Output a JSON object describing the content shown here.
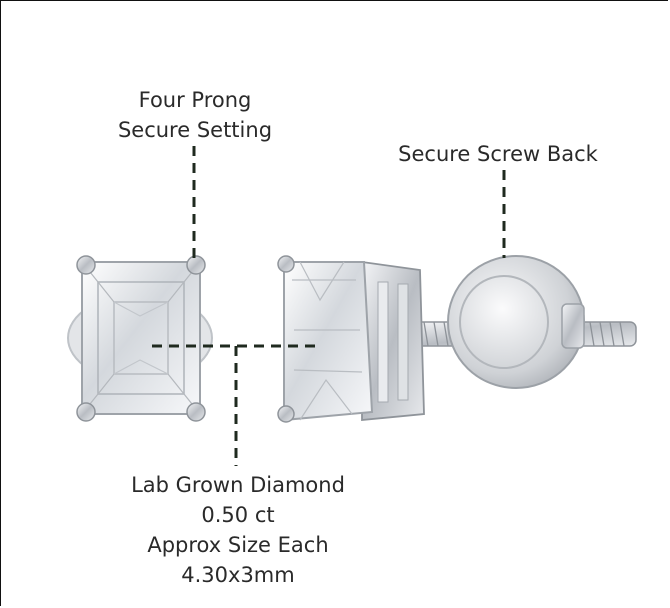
{
  "labels": {
    "prong": [
      "Four Prong",
      "Secure Setting"
    ],
    "screw_back": "Secure Screw Back",
    "diamond": [
      "Lab Grown Diamond",
      "0.50 ct",
      "Approx Size Each",
      "4.30x3mm"
    ]
  },
  "colors": {
    "callout_line": "#1f2a1f",
    "label_text": "#2a2a2a",
    "metal": "#c9ccd1"
  }
}
